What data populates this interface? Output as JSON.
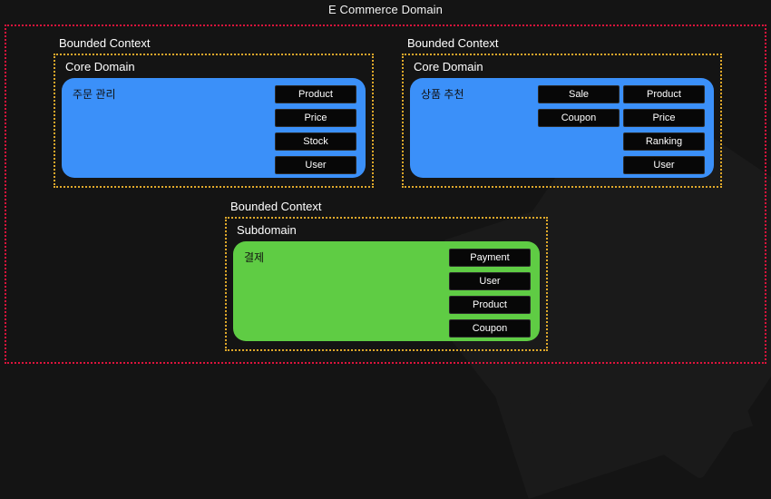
{
  "page": {
    "title": "E Commerce Domain",
    "background_color": "#141414",
    "domain_boundary_color": "#dc143c",
    "subdomain_border_color": "#e0a92b"
  },
  "contexts": [
    {
      "id": "order",
      "bounded_context_label": "Bounded Context",
      "domain_type_label": "Core Domain",
      "card_title": "주문 관리",
      "card_color": "#3b90f9",
      "chip_columns": [
        {
          "chips": [
            "Product",
            "Price",
            "Stock",
            "User"
          ]
        }
      ]
    },
    {
      "id": "recommend",
      "bounded_context_label": "Bounded Context",
      "domain_type_label": "Core Domain",
      "card_title": "상품 추천",
      "card_color": "#3b90f9",
      "chip_columns": [
        {
          "chips": [
            "Sale",
            "Coupon"
          ]
        },
        {
          "chips": [
            "Product",
            "Price",
            "Ranking",
            "User"
          ]
        }
      ]
    },
    {
      "id": "payment",
      "bounded_context_label": "Bounded Context",
      "domain_type_label": "Subdomain",
      "card_title": "결제",
      "card_color": "#5fcc44",
      "chip_columns": [
        {
          "chips": [
            "Payment",
            "User",
            "Product",
            "Coupon"
          ]
        }
      ]
    }
  ]
}
